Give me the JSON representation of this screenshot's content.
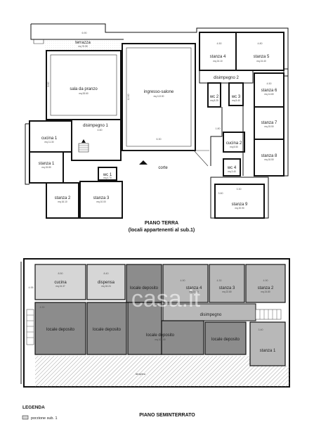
{
  "ground_floor": {
    "title": "PIANO TERRA",
    "subtitle": "(locali appartenenti al sub.1)",
    "rooms": {
      "terrazza": {
        "name": "terrazza",
        "area": "mq 76.55"
      },
      "sala_pranzo": {
        "name": "sala da pranzo",
        "area": "mq 53.60"
      },
      "ingresso": {
        "name": "ingresso-salone",
        "area": "mq 113.00"
      },
      "stanza4": {
        "name": "stanza 4",
        "area": "mq 24.10"
      },
      "stanza5": {
        "name": "stanza 5",
        "area": "mq 24.40"
      },
      "disimpegno2": {
        "name": "disimpegno 2"
      },
      "wc2": {
        "name": "wc 2",
        "area": "mq 8.25"
      },
      "wc3": {
        "name": "wc 3",
        "area": "mq 5.40"
      },
      "stanza6": {
        "name": "stanza 6",
        "area": "mq 14.80"
      },
      "stanza7": {
        "name": "stanza 7",
        "area": "mq 15.50"
      },
      "stanza8": {
        "name": "stanza 8",
        "area": "mq 16.50"
      },
      "cucina1": {
        "name": "cucina 1",
        "area": "mq 11.30"
      },
      "disimpegno1": {
        "name": "disimpegno 1"
      },
      "stanza1": {
        "name": "stanza 1",
        "area": "mq 15.80"
      },
      "wc1": {
        "name": "wc 1",
        "area": "mq 4.70"
      },
      "stanza2": {
        "name": "stanza 2",
        "area": "mq 16.10"
      },
      "stanza3": {
        "name": "stanza 3",
        "area": "mq 10.00"
      },
      "cucina2": {
        "name": "cucina 2",
        "area": "mq 8.50"
      },
      "wc4": {
        "name": "wc 4",
        "area": "mq 3.40"
      },
      "stanza9": {
        "name": "stanza 9",
        "area": "mq 20.90"
      },
      "corte": {
        "name": "corte"
      }
    },
    "dimensions": {
      "d1": "6.90",
      "d2": "4.50",
      "d3": "4.80",
      "d4": "6.30",
      "d5": "12.60",
      "d6": "4.60",
      "d7": "8.60",
      "d8": "4.50",
      "d9": "3.60",
      "d10": "1.80",
      "d11": "3.30"
    }
  },
  "basement": {
    "title": "PIANO SEMINTERRATO",
    "rooms": {
      "cucina": {
        "name": "cucina",
        "area": "mq 24.37"
      },
      "dispensa": {
        "name": "dispensa",
        "area": "mq 18.24"
      },
      "locale_top": {
        "name": "locale deposito"
      },
      "stanza4": {
        "name": "stanza 4",
        "area": "mq 21.05"
      },
      "stanza3": {
        "name": "stanza 3",
        "area": "mq 22.80"
      },
      "stanza2": {
        "name": "stanza 2",
        "area": "mq 24.80"
      },
      "disimpegno": {
        "name": "disimpegno"
      },
      "dep1": {
        "name": "locale deposito"
      },
      "dep2": {
        "name": "locale deposito"
      },
      "dep3": {
        "name": "locale deposito",
        "area": "mq 105.00"
      },
      "dep4": {
        "name": "locale deposito"
      },
      "stanza1": {
        "name": "stanza 1"
      },
      "terrapieno": {
        "name": "terrapieno"
      }
    },
    "dimensions": {
      "b1": "8.50",
      "b2": "8.40",
      "b3": "4.90",
      "b4": "4.30",
      "b5": "4.90",
      "b6": "4.30",
      "b7": "4.95",
      "b8": "3.40"
    }
  },
  "legend": {
    "title": "LEGENDA",
    "item": "porzione sub. 1"
  },
  "watermark": {
    "text": "casa.it"
  },
  "colors": {
    "line": "#111111",
    "shade_light": "#b8b8b8",
    "shade_dark": "#8c8c8c",
    "hatch": "#7a7a7a"
  }
}
